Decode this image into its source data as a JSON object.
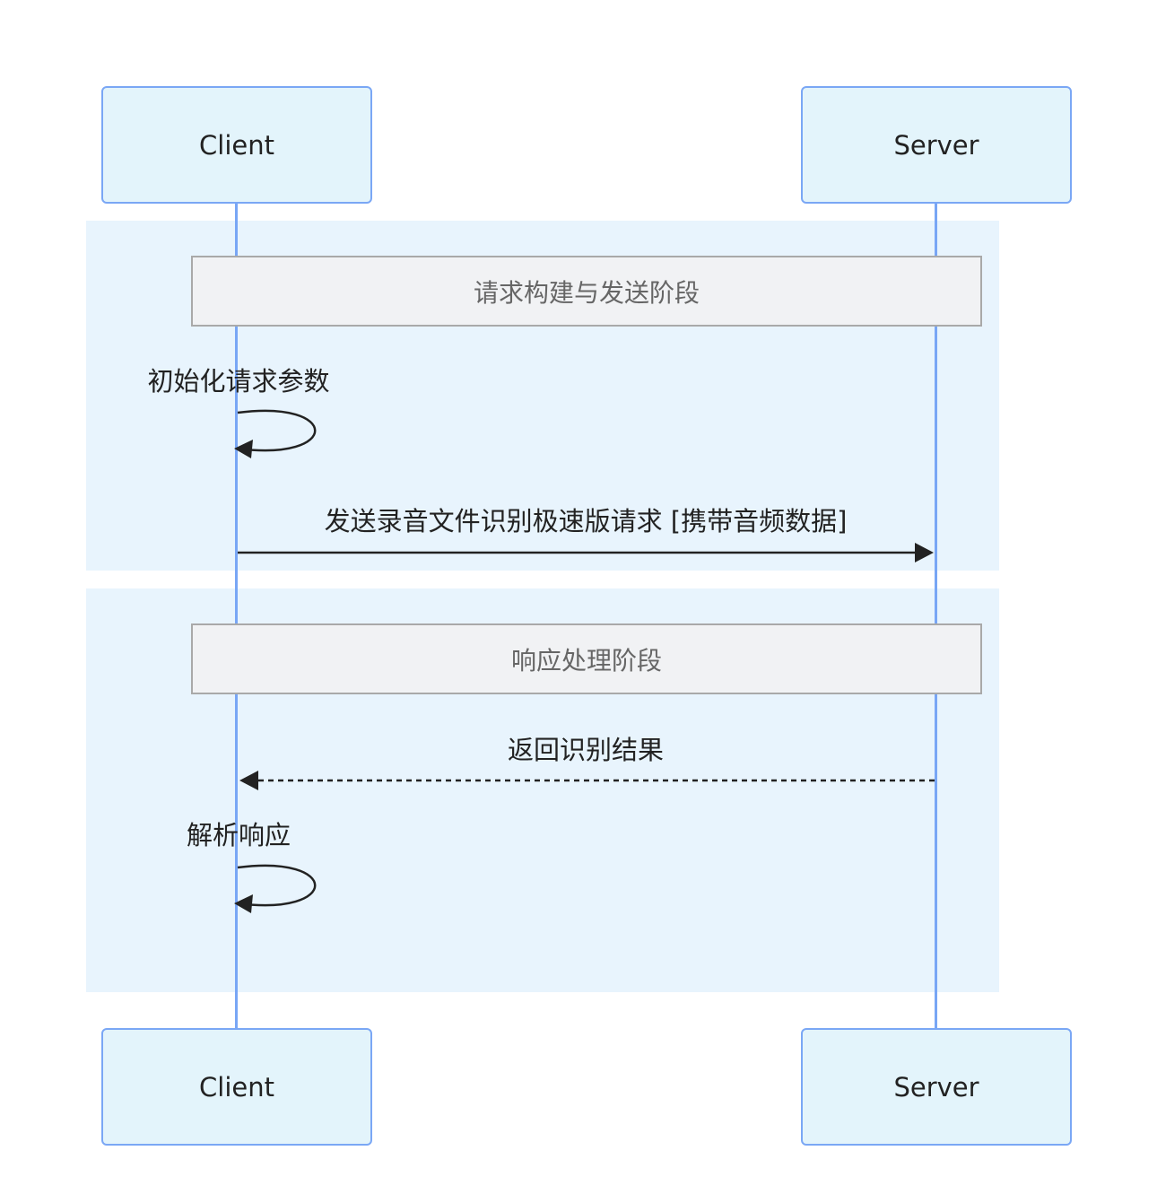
{
  "participants": [
    {
      "id": "client",
      "label": "Client"
    },
    {
      "id": "server",
      "label": "Server"
    }
  ],
  "phases": [
    {
      "label": "请求构建与发送阶段",
      "messages": [
        {
          "from": "client",
          "to": "client",
          "type": "self",
          "label": "初始化请求参数"
        },
        {
          "from": "client",
          "to": "server",
          "type": "solid",
          "label": "发送录音文件识别极速版请求 [携带音频数据]"
        }
      ]
    },
    {
      "label": "响应处理阶段",
      "messages": [
        {
          "from": "server",
          "to": "client",
          "type": "dashed",
          "label": "返回识别结果"
        },
        {
          "from": "client",
          "to": "client",
          "type": "self",
          "label": "解析响应"
        }
      ]
    }
  ],
  "colors": {
    "actor_fill": "#e3f4fb",
    "actor_border": "#7aa7f5",
    "lifeline": "#78a6f5",
    "phase_background": "#e8f4fd",
    "note_fill": "#f1f2f4",
    "note_border": "#a9a9a9",
    "arrow": "#222222"
  }
}
